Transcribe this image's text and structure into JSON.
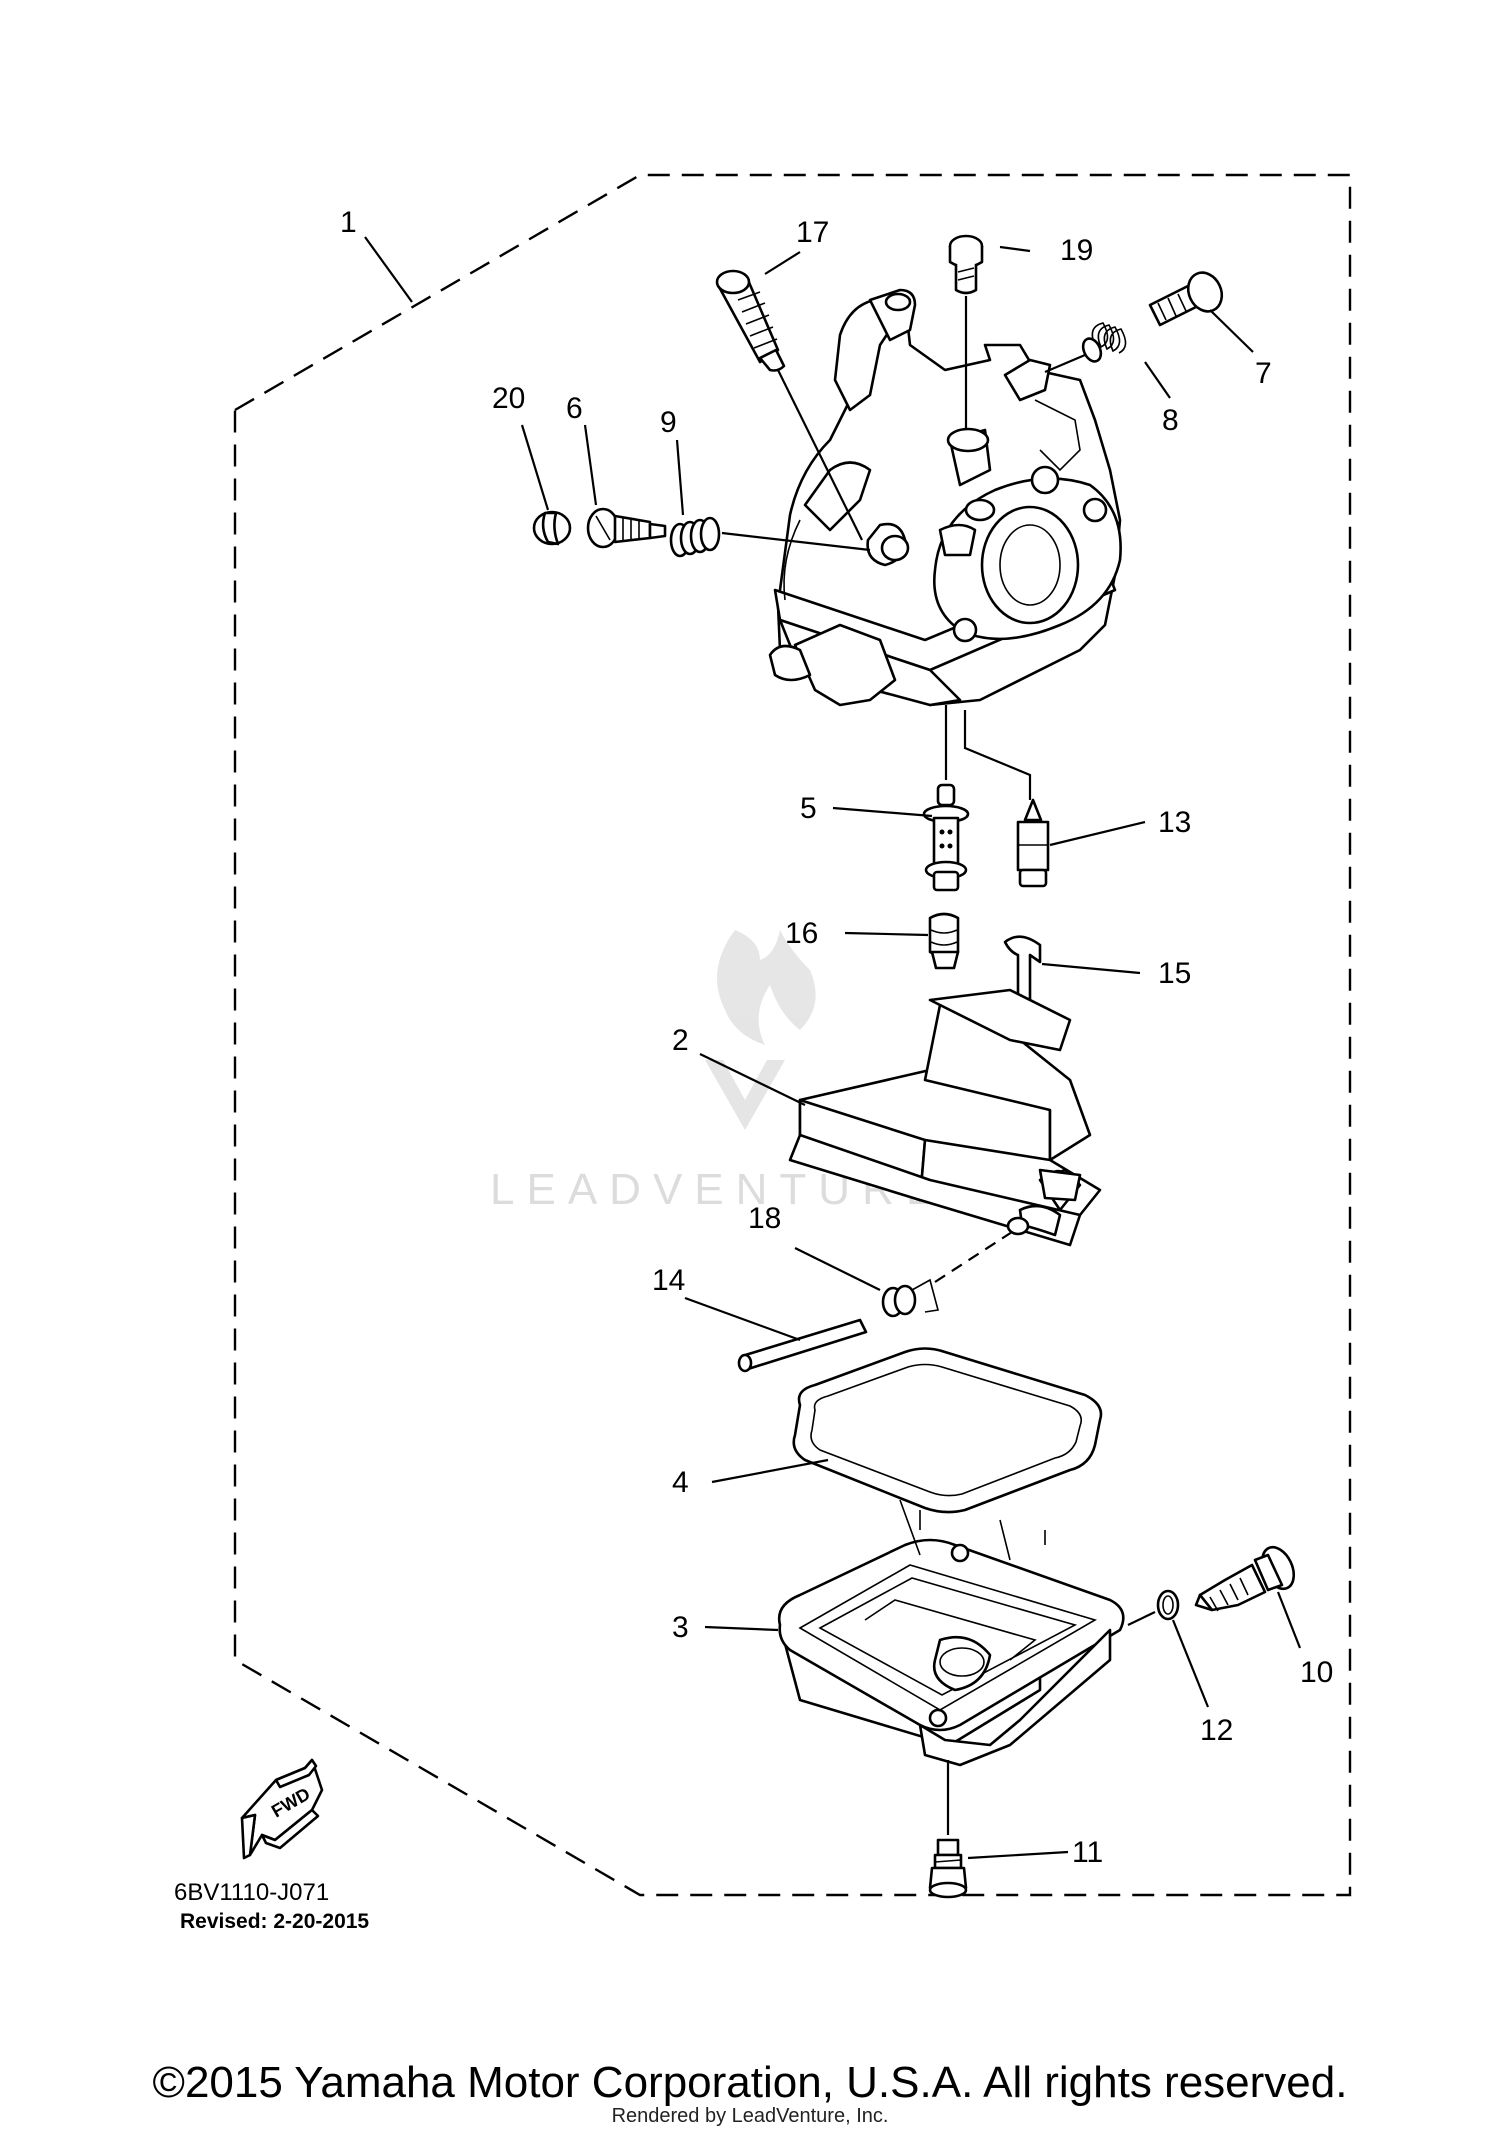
{
  "diagram": {
    "callouts": [
      "1",
      "2",
      "3",
      "4",
      "5",
      "6",
      "7",
      "8",
      "9",
      "10",
      "11",
      "12",
      "13",
      "14",
      "15",
      "16",
      "17",
      "18",
      "19",
      "20"
    ],
    "fwd_label": "FWD",
    "diagram_code": "6BV1110-J071",
    "revised": "Revised: 2-20-2015",
    "watermark": "LEADVENTURE"
  },
  "footer": {
    "copyright": "©2015 Yamaha Motor Corporation, U.S.A. All rights reserved.",
    "rendered_by": "Rendered by LeadVenture, Inc."
  }
}
